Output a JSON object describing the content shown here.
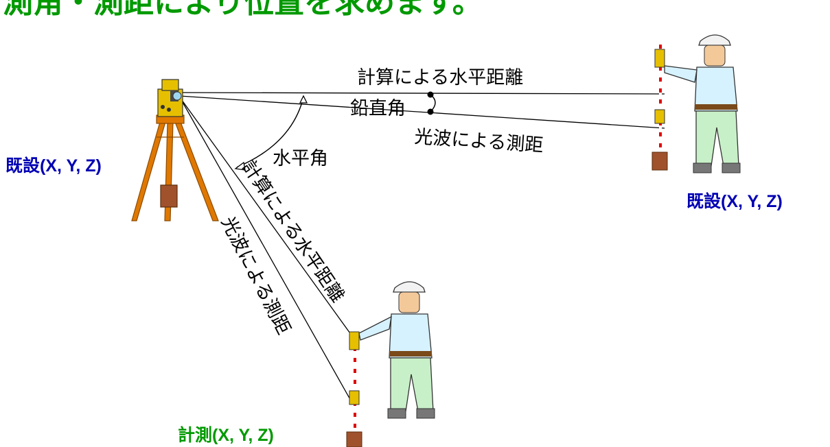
{
  "title": "測角・測距により位置を求めます。",
  "labels": {
    "horizontal_distance_calc": "計算による水平距離",
    "vertical_angle": "鉛直角",
    "edm_distance": "光波による測距",
    "horizontal_angle": "水平角",
    "horizontal_distance_calc_2": "計算による水平距離",
    "edm_distance_2": "光波による測距"
  },
  "points": {
    "instrument": "既設(X, Y, Z)",
    "known_target": "既設(X, Y, Z)",
    "measured_target": "計測(X, Y, Z)"
  },
  "colors": {
    "title": "#009900",
    "point_label": "#0000b4",
    "measured_label": "#009900",
    "tripod": "#e07800",
    "instrument": "#e6c000",
    "jacket": "#d6f2ff",
    "trousers": "#c8f0c8",
    "helmet": "#f2f2f2",
    "pole_red": "#e00000",
    "stake": "#a0522d"
  }
}
